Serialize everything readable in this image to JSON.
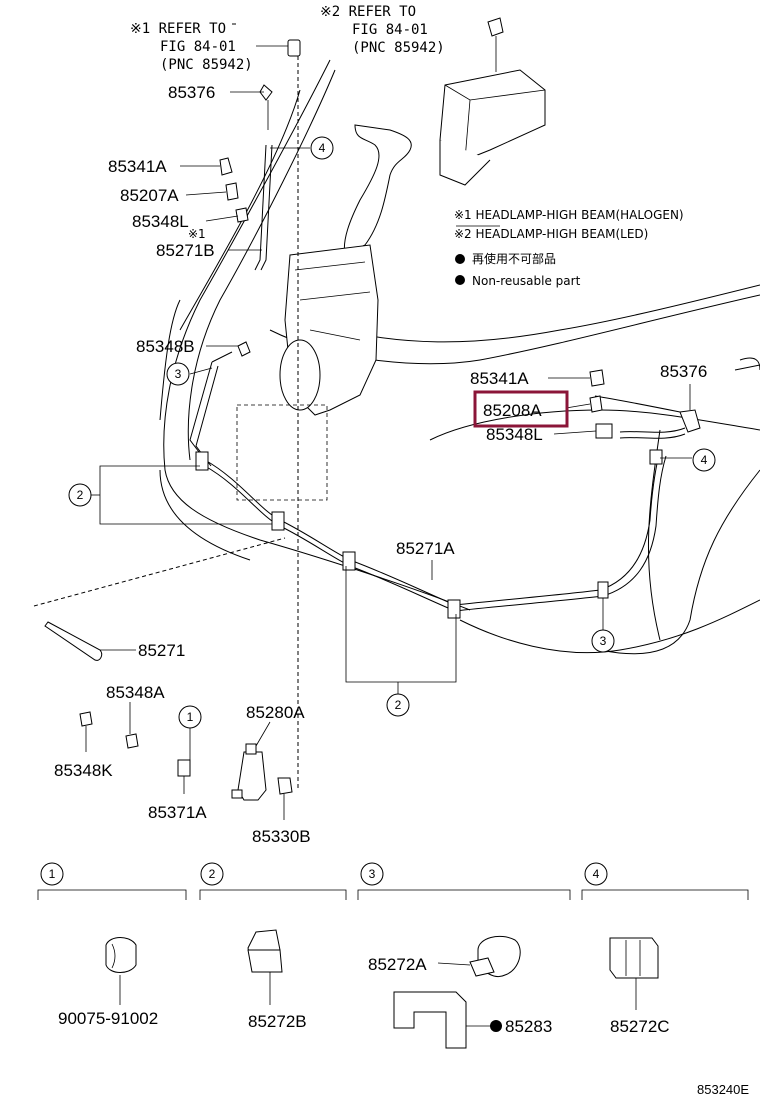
{
  "notes": {
    "ref1_line1": "※1 REFER TO",
    "ref1_line2": "FIG 84-01",
    "ref1_line3": "(PNC 85942)",
    "ref2_line1": "※2  REFER TO",
    "ref2_line2": "FIG 84-01",
    "ref2_line3": "(PNC 85942)"
  },
  "legend": {
    "item1": "※1 HEADLAMP-HIGH BEAM(HALOGEN)",
    "item2": "※2 HEADLAMP-HIGH BEAM(LED)",
    "item3": "再使用不可部品",
    "item4": "Non-reusable part"
  },
  "labels": {
    "l85376_top": "85376",
    "l85341A_left": "85341A",
    "l85207A": "85207A",
    "l85348L_left": "85348L",
    "star1": "※1",
    "l85271B": "85271B",
    "l85348B": "85348B",
    "l85341A_right": "85341A",
    "l85208A": "85208A",
    "l85348L_right": "85348L",
    "l85376_right": "85376",
    "l85271A": "85271A",
    "l85271": "85271",
    "l85348A": "85348A",
    "l85280A": "85280A",
    "l85348K": "85348K",
    "l85371A": "85371A",
    "l85330B": "85330B"
  },
  "callouts": {
    "c1": "1",
    "c2": "2",
    "c3": "3",
    "c4": "4"
  },
  "detail_panels": {
    "p1_part": "90075-91002",
    "p2_part": "85272B",
    "p3_part_a": "85272A",
    "p3_part_b": "85283",
    "p4_part": "85272C"
  },
  "figure_id": "853240E",
  "highlight_color": "#8b1538"
}
